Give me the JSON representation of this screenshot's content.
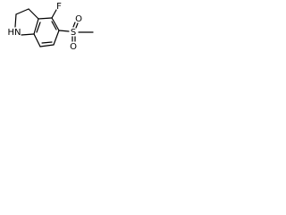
{
  "molecule": {
    "atoms": {
      "fluorine": "F",
      "sulfur": "S",
      "oxygen_top": "O",
      "oxygen_bottom": "O",
      "nitrogen_h": "HN"
    }
  }
}
